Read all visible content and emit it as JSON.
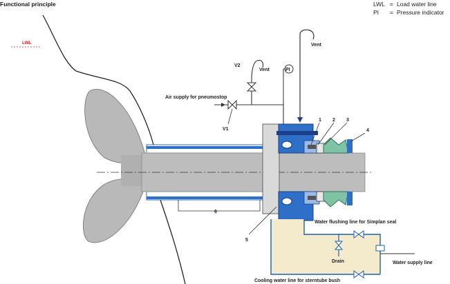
{
  "title": "Functional principle",
  "legend": [
    {
      "abbr": "LWL",
      "eq": "=",
      "desc": "Load water line"
    },
    {
      "abbr": "PI",
      "eq": "=",
      "desc": "Pressure indicator"
    }
  ],
  "lwl_mark": "LWL",
  "labels": {
    "vent_top": "Vent",
    "vent_v2": "Vent",
    "v2": "V2",
    "v1": "V1",
    "pi": "PI",
    "air_supply": "Air supply for pneumostop",
    "n1": "1",
    "n2": "2",
    "n3": "3",
    "n4": "4",
    "n5": "5",
    "n6": "6",
    "flushing": "Water flushing line for Simplan seal",
    "drain": "Drain",
    "water_supply": "Water supply line",
    "cooling": "Cooling water line for sterntube bush"
  },
  "colors": {
    "hull_line": "#222222",
    "shaft_grey": "#bdbdbd",
    "seal_blue": "#2e6fc7",
    "seal_dark": "#1b3f8a",
    "seal_green": "#7fc3a7",
    "water_area": "#f3ebcb",
    "pipe_blue": "#1f5fb0",
    "lwl_red": "#d61f26"
  }
}
